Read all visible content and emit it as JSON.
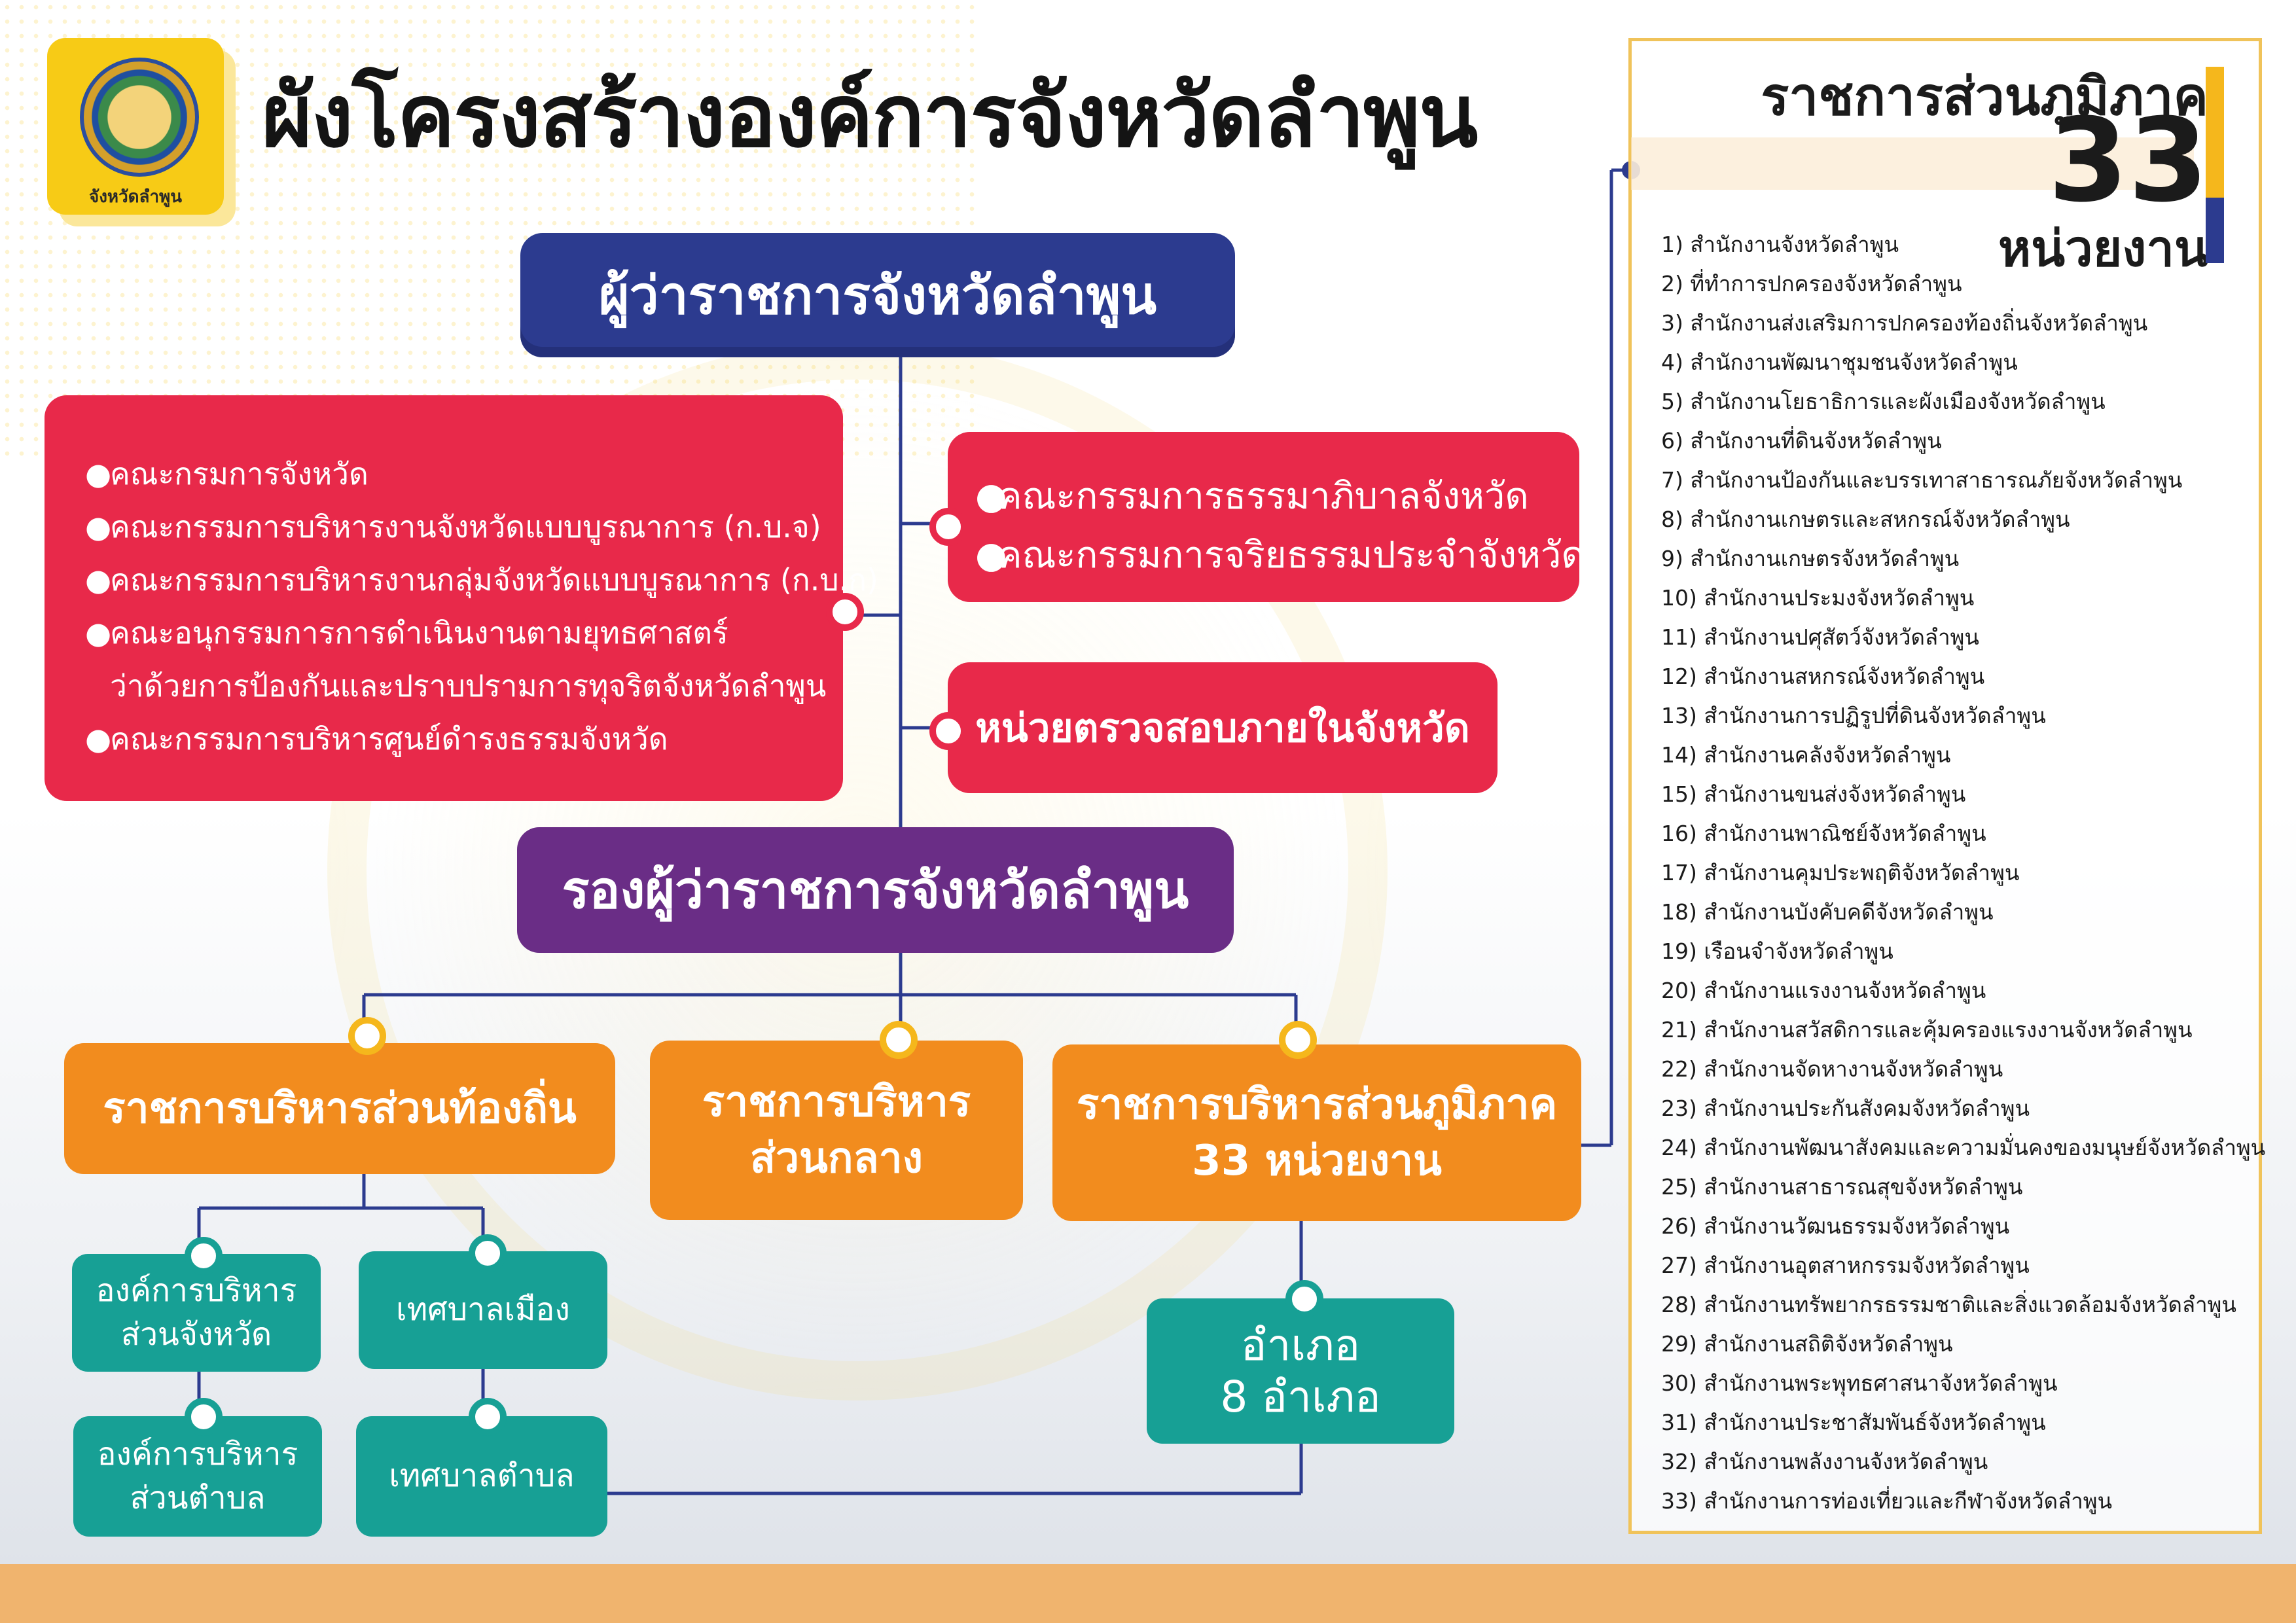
{
  "header": {
    "logo_caption": "จังหวัดลำพูน",
    "title": "ผังโครงสร้างองค์การจังหวัดลำพูน"
  },
  "governor": "ผู้ว่าราชการจังหวัดลำพูน",
  "committees_left": [
    "คณะกรมการจังหวัด",
    "คณะกรรมการบริหารงานจังหวัดแบบบูรณาการ (ก.บ.จ)",
    "คณะกรรมการบริหารงานกลุ่มจังหวัดแบบบูรณาการ (ก.บ.ก)",
    "คณะอนุกรรมการการดำเนินงานตามยุทธศาสตร์",
    "ว่าด้วยการป้องกันและปราบปรามการทุจริตจังหวัดลำพูน",
    "คณะกรรมการบริหารศูนย์ดำรงธรรมจังหวัด"
  ],
  "committees_right": [
    "คณะกรรมการธรรมาภิบาลจังหวัด",
    "คณะกรรมการจริยธรรมประจำจังหวัด"
  ],
  "internal_audit": "หน่วยตรวจสอบภายในจังหวัด",
  "deputy_governor": "รองผู้ว่าราชการจังหวัดลำพูน",
  "branches": {
    "local": "ราชการบริหารส่วนท้องถิ่น",
    "central_line1": "ราชการบริหาร",
    "central_line2": "ส่วนกลาง",
    "regional_line1": "ราชการบริหารส่วนภูมิภาค",
    "regional_line2": "33 หน่วยงาน"
  },
  "local_units": {
    "pao_line1": "องค์การบริหาร",
    "pao_line2": "ส่วนจังหวัด",
    "city_muni": "เทศบาลเมือง",
    "tao_line1": "องค์การบริหาร",
    "tao_line2": "ส่วนตำบล",
    "sub_muni": "เทศบาลตำบล"
  },
  "districts_line1": "อำเภอ",
  "districts_line2": "8 อำเภอ",
  "panel": {
    "title": "ราชการส่วนภูมิภาค",
    "count": "33",
    "unit": "หน่วยงาน",
    "items": [
      "1) สำนักงานจังหวัดลำพูน",
      "2) ที่ทำการปกครองจังหวัดลำพูน",
      "3) สำนักงานส่งเสริมการปกครองท้องถิ่นจังหวัดลำพูน",
      "4) สำนักงานพัฒนาชุมชนจังหวัดลำพูน",
      "5) สำนักงานโยธาธิการและผังเมืองจังหวัดลำพูน",
      "6) สำนักงานที่ดินจังหวัดลำพูน",
      "7) สำนักงานป้องกันและบรรเทาสาธารณภัยจังหวัดลำพูน",
      "8) สำนักงานเกษตรและสหกรณ์จังหวัดลำพูน",
      "9) สำนักงานเกษตรจังหวัดลำพูน",
      "10) สำนักงานประมงจังหวัดลำพูน",
      "11) สำนักงานปศุสัตว์จังหวัดลำพูน",
      "12) สำนักงานสหกรณ์จังหวัดลำพูน",
      "13) สำนักงานการปฏิรูปที่ดินจังหวัดลำพูน",
      "14) สำนักงานคลังจังหวัดลำพูน",
      "15) สำนักงานขนส่งจังหวัดลำพูน",
      "16) สำนักงานพาณิชย์จังหวัดลำพูน",
      "17) สำนักงานคุมประพฤติจังหวัดลำพูน",
      "18) สำนักงานบังคับคดีจังหวัดลำพูน",
      "19) เรือนจำจังหวัดลำพูน",
      "20) สำนักงานแรงงานจังหวัดลำพูน",
      "21) สำนักงานสวัสดิการและคุ้มครองแรงงานจังหวัดลำพูน",
      "22) สำนักงานจัดหางานจังหวัดลำพูน",
      "23) สำนักงานประกันสังคมจังหวัดลำพูน",
      "24) สำนักงานพัฒนาสังคมและความมั่นคงของมนุษย์จังหวัดลำพูน",
      "25) สำนักงานสาธารณสุขจังหวัดลำพูน",
      "26) สำนักงานวัฒนธรรมจังหวัดลำพูน",
      "27) สำนักงานอุตสาหกรรมจังหวัดลำพูน",
      "28) สำนักงานทรัพยากรธรรมชาติและสิ่งแวดล้อมจังหวัดลำพูน",
      "29) สำนักงานสถิติจังหวัดลำพูน",
      "30) สำนักงานพระพุทธศาสนาจังหวัดลำพูน",
      "31) สำนักงานประชาสัมพันธ์จังหวัดลำพูน",
      "32) สำนักงานพลังงานจังหวัดลำพูน",
      "33) สำนักงานการท่องเที่ยวและกีฬาจังหวัดลำพูน"
    ]
  },
  "colors": {
    "governor": "#2c3b8f",
    "deputy": "#6a2d86",
    "committee": "#e8294a",
    "branch": "#f28c1e",
    "local_unit": "#17a095",
    "accent_yellow": "#f5b71c"
  }
}
